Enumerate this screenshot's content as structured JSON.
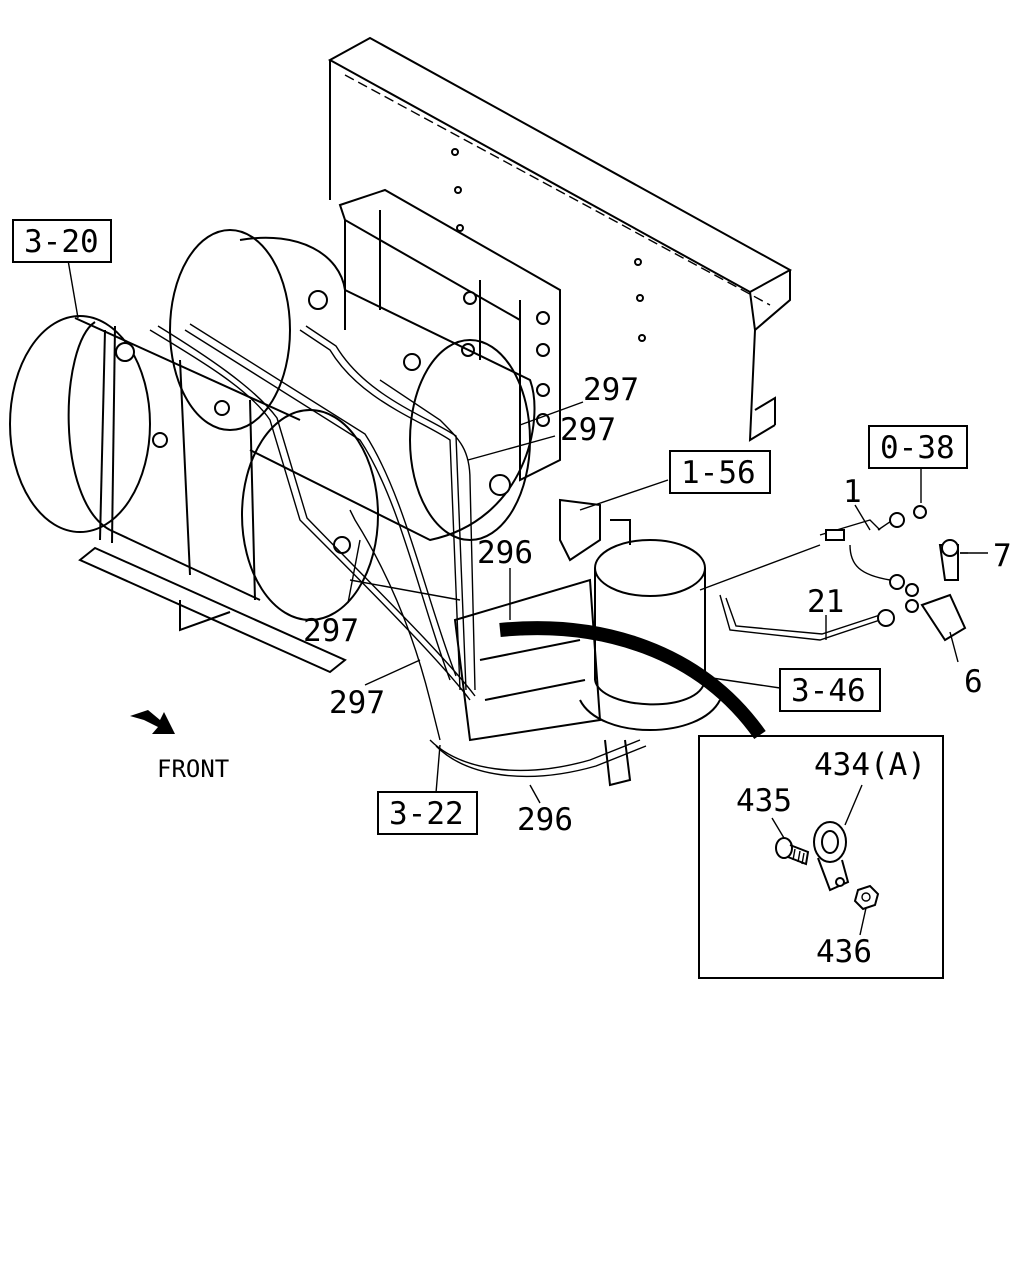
{
  "diagram": {
    "ref_boxes": [
      {
        "id": "ref-3-20",
        "label": "3-20"
      },
      {
        "id": "ref-0-38",
        "label": "0-38"
      },
      {
        "id": "ref-1-56",
        "label": "1-56"
      },
      {
        "id": "ref-3-46",
        "label": "3-46"
      },
      {
        "id": "ref-3-22",
        "label": "3-22"
      }
    ],
    "part_labels": [
      {
        "id": "part-297-a",
        "label": "297"
      },
      {
        "id": "part-297-b",
        "label": "297"
      },
      {
        "id": "part-297-c",
        "label": "297"
      },
      {
        "id": "part-297-d",
        "label": "297"
      },
      {
        "id": "part-296-a",
        "label": "296"
      },
      {
        "id": "part-296-b",
        "label": "296"
      },
      {
        "id": "part-1",
        "label": "1"
      },
      {
        "id": "part-7",
        "label": "7"
      },
      {
        "id": "part-21",
        "label": "21"
      },
      {
        "id": "part-6",
        "label": "6"
      }
    ],
    "direction": {
      "label": "FRONT"
    },
    "detail": {
      "labels": [
        {
          "id": "part-434a",
          "label": "434(A)"
        },
        {
          "id": "part-435",
          "label": "435"
        },
        {
          "id": "part-436",
          "label": "436"
        }
      ]
    }
  }
}
